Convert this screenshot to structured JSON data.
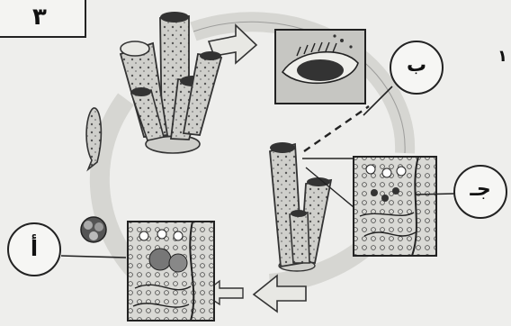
{
  "corner_number": "٣",
  "page_mark": "١",
  "labels": {
    "a": "أ",
    "b": "ب",
    "c": "جـ"
  },
  "colors": {
    "background": "#eeeeec",
    "ink": "#222222",
    "cycle_arrow": "#dcdcd8",
    "sponge_body": "#c9c9c6"
  }
}
